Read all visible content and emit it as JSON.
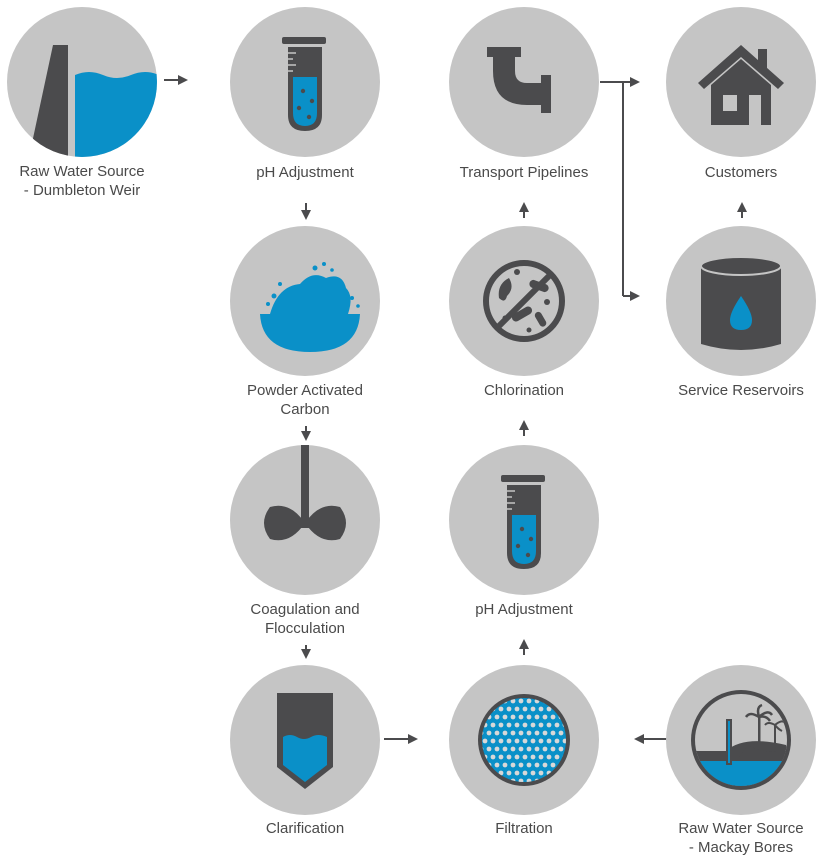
{
  "colors": {
    "circle": "#c5c5c5",
    "icon_dark": "#4b4b4d",
    "water": "#0a90c8",
    "arrow": "#4b4b4d",
    "text": "#4a4a4a"
  },
  "nodes": {
    "raw_weir": {
      "line1": "Raw Water Source",
      "line2": "- Dumbleton Weir",
      "icon": "weir-dam-icon"
    },
    "ph1": {
      "line1": "pH Adjustment",
      "icon": "test-tube-icon"
    },
    "pipelines": {
      "line1": "Transport Pipelines",
      "icon": "pipe-elbow-icon"
    },
    "customers": {
      "line1": "Customers",
      "icon": "house-icon"
    },
    "pac": {
      "line1": "Powder Activated",
      "line2": "Carbon",
      "icon": "activated-carbon-bowl-icon"
    },
    "chlorination": {
      "line1": "Chlorination",
      "icon": "no-bacteria-icon"
    },
    "reservoirs": {
      "line1": "Service Reservoirs",
      "icon": "reservoir-tank-icon"
    },
    "coag": {
      "line1": "Coagulation and",
      "line2": "Flocculation",
      "icon": "mixer-paddle-icon"
    },
    "ph2": {
      "line1": "pH Adjustment",
      "icon": "test-tube-icon"
    },
    "clarification": {
      "line1": "Clarification",
      "icon": "clarifier-tank-icon"
    },
    "filtration": {
      "line1": "Filtration",
      "icon": "filter-screen-icon"
    },
    "raw_bores": {
      "line1": "Raw Water Source",
      "line2": "- Mackay Bores",
      "icon": "bore-island-icon"
    }
  }
}
